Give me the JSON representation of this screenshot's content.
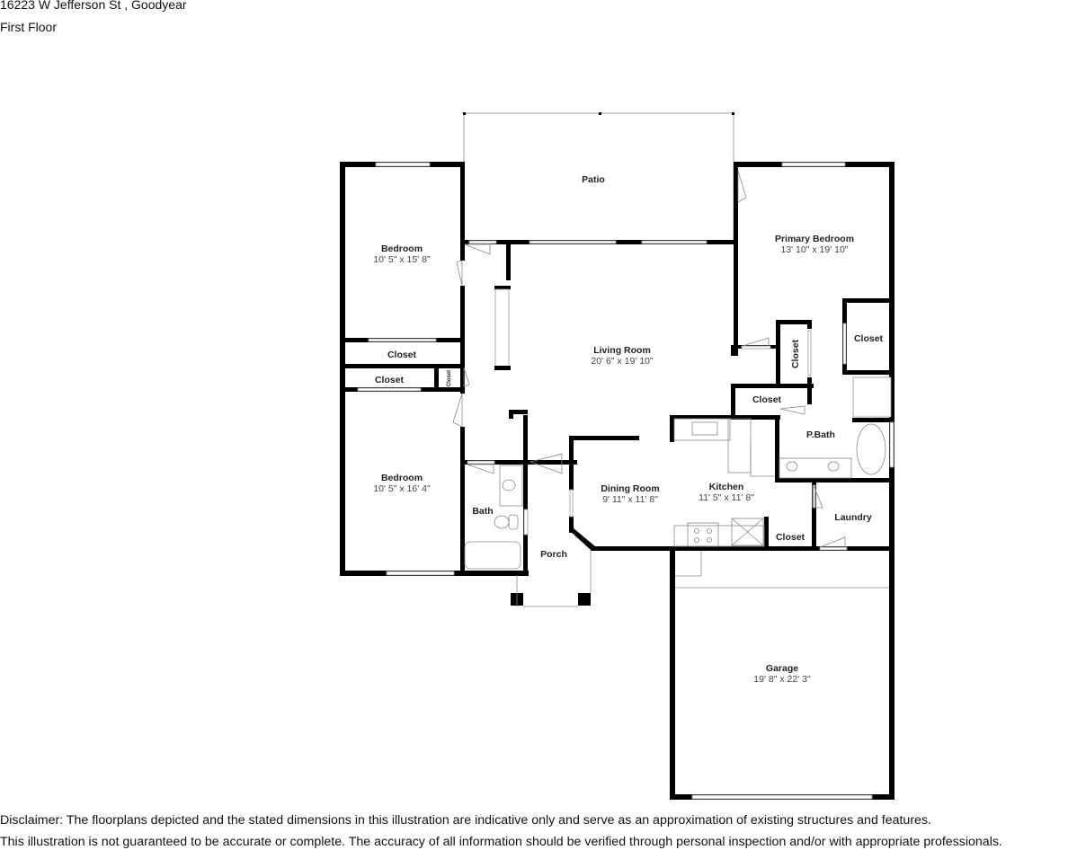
{
  "header": {
    "address": "16223 W Jefferson St , Goodyear",
    "floor": "First Floor"
  },
  "rooms": {
    "patio": {
      "name": "Patio"
    },
    "bedroom1": {
      "name": "Bedroom",
      "dims": "10' 5\" x 15' 8\""
    },
    "closet1": {
      "name": "Closet"
    },
    "closet2": {
      "name": "Closet"
    },
    "closet_small": {
      "name": "Closet"
    },
    "bedroom2": {
      "name": "Bedroom",
      "dims": "10' 5\" x 16' 4\""
    },
    "bath": {
      "name": "Bath"
    },
    "living": {
      "name": "Living Room",
      "dims": "20' 6\" x 19' 10\""
    },
    "primary": {
      "name": "Primary Bedroom",
      "dims": "13' 10\" x 19' 10\""
    },
    "closet_primary_right": {
      "name": "Closet"
    },
    "closet_primary_vert": {
      "name": "Closet"
    },
    "closet_primary_low": {
      "name": "Closet"
    },
    "pbath": {
      "name": "P.Bath"
    },
    "dining": {
      "name": "Dining Room",
      "dims": "9' 11\" x 11' 8\""
    },
    "kitchen": {
      "name": "Kitchen",
      "dims": "11' 5\" x 11' 8\""
    },
    "laundry": {
      "name": "Laundry"
    },
    "closet_kitchen": {
      "name": "Closet"
    },
    "porch": {
      "name": "Porch"
    },
    "garage": {
      "name": "Garage",
      "dims": "19' 8\" x 22' 3\""
    }
  },
  "disclaimer": {
    "line1": "Disclaimer: The floorplans depicted and the stated dimensions in this illustration are indicative only and serve as an approximation of existing structures and features.",
    "line2": "This illustration is not guaranteed to be accurate or complete. The accuracy of all information should be verified through personal inspection and/or with appropriate professionals."
  }
}
